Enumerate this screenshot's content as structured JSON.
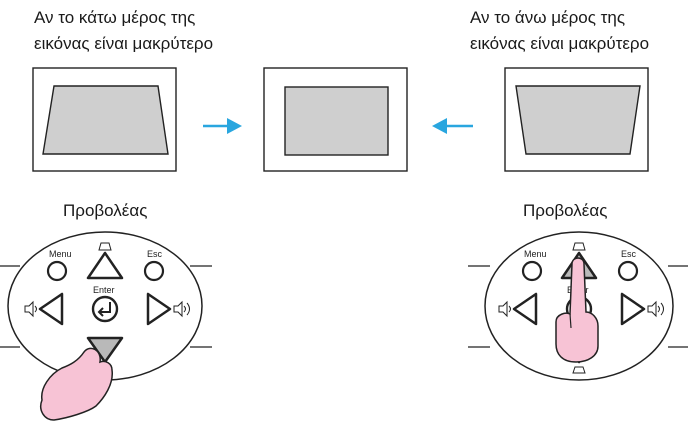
{
  "captions": {
    "left": [
      "Αν το κάτω μέρος της",
      "εικόνας είναι μακρύτερο"
    ],
    "right": [
      "Αν το άνω μέρος της",
      "εικόνας είναι μακρύτερο"
    ]
  },
  "projector_label": "Προβολέας",
  "keys": {
    "menu": "Menu",
    "esc": "Esc",
    "enter": "Enter"
  },
  "colors": {
    "arrow": "#29a6df",
    "screen_fill": "#cfcfcf",
    "pressed_key": "#b9b9b9",
    "finger": "#f7c3d5"
  }
}
